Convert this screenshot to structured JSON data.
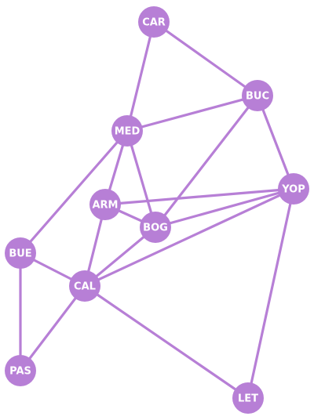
{
  "graph": {
    "node_color": "#b77fd6",
    "edge_color": "#b77fd6",
    "label_color": "#ffffff",
    "nodes": [
      {
        "id": "CAR",
        "label": "CAR"
      },
      {
        "id": "BUC",
        "label": "BUC"
      },
      {
        "id": "MED",
        "label": "MED"
      },
      {
        "id": "YOP",
        "label": "YOP"
      },
      {
        "id": "ARM",
        "label": "ARM"
      },
      {
        "id": "BOG",
        "label": "BOG"
      },
      {
        "id": "BUE",
        "label": "BUE"
      },
      {
        "id": "CAL",
        "label": "CAL"
      },
      {
        "id": "PAS",
        "label": "PAS"
      },
      {
        "id": "LET",
        "label": "LET"
      }
    ],
    "edges": [
      [
        "CAR",
        "MED"
      ],
      [
        "CAR",
        "BUC"
      ],
      [
        "BUC",
        "MED"
      ],
      [
        "BUC",
        "YOP"
      ],
      [
        "BUC",
        "BOG"
      ],
      [
        "MED",
        "ARM"
      ],
      [
        "MED",
        "BOG"
      ],
      [
        "MED",
        "BUE"
      ],
      [
        "ARM",
        "YOP"
      ],
      [
        "ARM",
        "BOG"
      ],
      [
        "ARM",
        "CAL"
      ],
      [
        "BOG",
        "YOP"
      ],
      [
        "BOG",
        "CAL"
      ],
      [
        "YOP",
        "CAL"
      ],
      [
        "YOP",
        "LET"
      ],
      [
        "BUE",
        "CAL"
      ],
      [
        "BUE",
        "PAS"
      ],
      [
        "CAL",
        "PAS"
      ],
      [
        "CAL",
        "LET"
      ]
    ]
  }
}
